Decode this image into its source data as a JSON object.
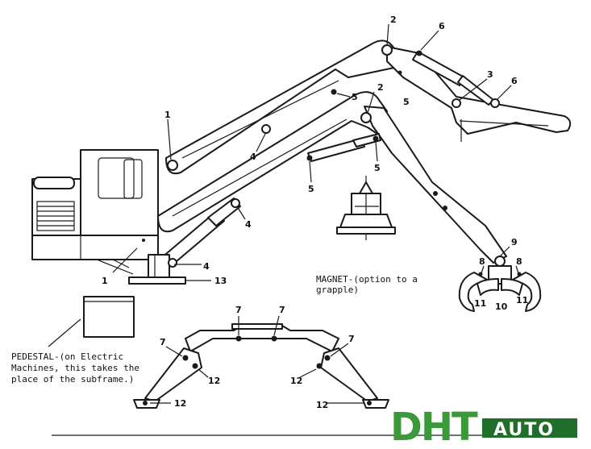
{
  "labels": {
    "l1a": "1",
    "l1b": "1",
    "l2a": "2",
    "l2b": "2",
    "l3": "3",
    "l4a": "4",
    "l4b": "4",
    "l4c": "4",
    "l5a": "5",
    "l5b": "5",
    "l5c": "5",
    "l5d": "5",
    "l6a": "6",
    "l6b": "6",
    "l7a": "7",
    "l7b": "7",
    "l7c": "7",
    "l7d": "7",
    "l8a": "8",
    "l8b": "8",
    "l9": "9",
    "l10": "10",
    "l11a": "11",
    "l11b": "11",
    "l12a": "12",
    "l12b": "12",
    "l12c": "12",
    "l12d": "12",
    "l13": "13"
  },
  "notes": {
    "magnet_line1": "MAGNET-(option to a",
    "magnet_line2": "grapple)",
    "pedestal_line1": "PEDESTAL-(on Electric",
    "pedestal_line2": "Machines, this takes the",
    "pedestal_line3": "place of the subframe.)"
  },
  "logo": {
    "text_main": "DHT",
    "text_auto": "AUTO",
    "colors": {
      "green": "#3a9a3a",
      "dark_green": "#1f6e2a"
    }
  }
}
